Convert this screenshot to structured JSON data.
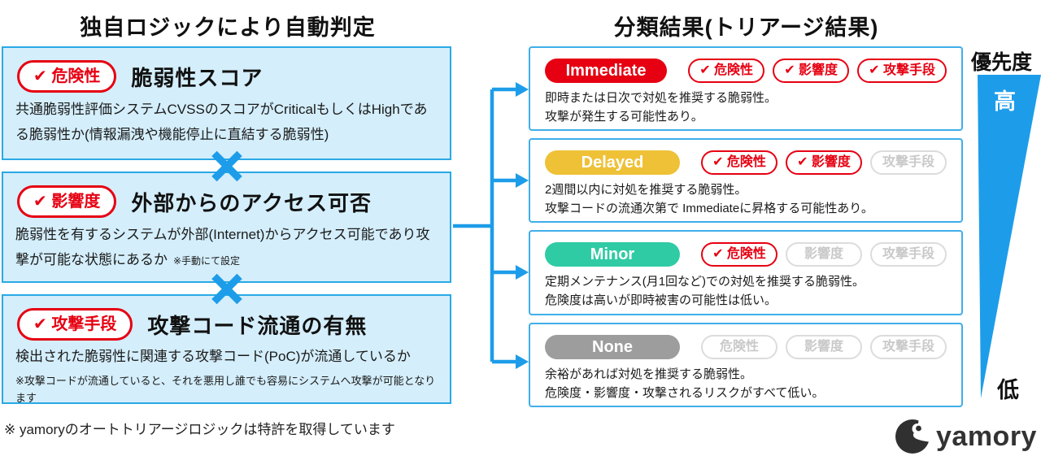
{
  "left": {
    "title": "独自ロジックにより自動判定",
    "criteria": [
      {
        "badge": "✔ 危険性",
        "heading": "脆弱性スコア",
        "body": "共通脆弱性評価システムCVSSのスコアがCriticalもしくはHighである脆弱性か(情報漏洩や機能停止に直結する脆弱性)",
        "note": ""
      },
      {
        "badge": "✔ 影響度",
        "heading": "外部からのアクセス可否",
        "body": "脆弱性を有するシステムが外部(Internet)からアクセス可能であり攻撃が可能な状態にあるか",
        "note": "※手動にて設定"
      },
      {
        "badge": "✔ 攻撃手段",
        "heading": "攻撃コード流通の有無",
        "body": "検出された脆弱性に関連する攻撃コード(PoC)が流通しているか",
        "note": "※攻撃コードが流通していると、それを悪用し誰でも容易にシステムへ攻撃が可能となります"
      }
    ],
    "footnote": "※ yamoryのオートトリアージロジックは特許を取得しています"
  },
  "right": {
    "title": "分類結果(トリアージ結果)",
    "rows": [
      {
        "label": "Immediate",
        "color": "#e60012",
        "badges": [
          {
            "label": "✔ 危険性",
            "checked": true
          },
          {
            "label": "✔ 影響度",
            "checked": true
          },
          {
            "label": "✔ 攻撃手段",
            "checked": true
          }
        ],
        "lines": [
          "即時または日次で対処を推奨する脆弱性。",
          "攻撃が発生する可能性あり。"
        ]
      },
      {
        "label": "Delayed",
        "color": "#eec137",
        "badges": [
          {
            "label": "✔ 危険性",
            "checked": true
          },
          {
            "label": "✔ 影響度",
            "checked": true
          },
          {
            "label": "攻撃手段",
            "checked": false
          }
        ],
        "lines": [
          "2週間以内に対処を推奨する脆弱性。",
          "攻撃コードの流通次第で Immediateに昇格する可能性あり。"
        ]
      },
      {
        "label": "Minor",
        "color": "#2fcba4",
        "badges": [
          {
            "label": "✔ 危険性",
            "checked": true
          },
          {
            "label": "影響度",
            "checked": false
          },
          {
            "label": "攻撃手段",
            "checked": false
          }
        ],
        "lines": [
          "定期メンテナンス(月1回など)での対処を推奨する脆弱性。",
          "危険度は高いが即時被害の可能性は低い。"
        ]
      },
      {
        "label": "None",
        "color": "#9d9d9d",
        "badges": [
          {
            "label": "危険性",
            "checked": false
          },
          {
            "label": "影響度",
            "checked": false
          },
          {
            "label": "攻撃手段",
            "checked": false
          }
        ],
        "lines": [
          "余裕があれば対処を推奨する脆弱性。",
          "危険度・影響度・攻撃されるリスクがすべて低い。"
        ]
      }
    ]
  },
  "priority": {
    "label": "優先度",
    "high": "高",
    "low": "低"
  },
  "logo": {
    "text": "yamory"
  },
  "icons": {
    "multiply-icon": "✕",
    "flow-arrow-icon": "→",
    "yamory-logo-icon": "eye-in-circle"
  },
  "colors": {
    "accent_blue": "#1d9de9",
    "panel_fill": "#d4eefb",
    "panel_border": "#29a9e5",
    "result_border": "#3faee9",
    "check_red": "#e60012",
    "immediate": "#e60012",
    "delayed": "#eec137",
    "minor": "#2fcba4",
    "none": "#9d9d9d",
    "inactive_badge": "#c9c9c9",
    "logo_dark": "#303030"
  }
}
